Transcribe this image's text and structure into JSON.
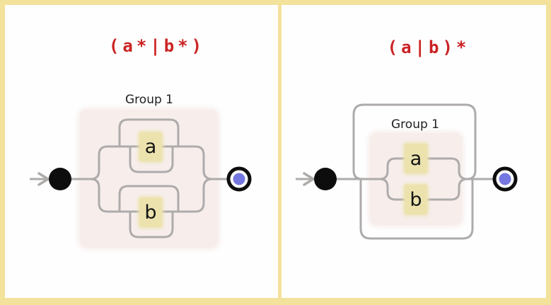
{
  "colors": {
    "frame_border": "#f3e29b",
    "panel_background": "#fefefe",
    "title_red": "#cb2222",
    "rail_gray": "#aeabab",
    "node_black": "#0d0d0d",
    "accept_inner_blue": "#7477e0",
    "group_fill_pink": "#f7eeec",
    "literal_fill_tan": "#ebe2ae",
    "label_text": "#1f1f1f"
  },
  "icons": {
    "start_arrow": "arrow-right-chevron",
    "start_node": "filled-circle",
    "accept_node": "double-circle"
  },
  "panels": {
    "left": {
      "title": "(a*|b*)",
      "group_label": "Group 1",
      "literal_a": "a",
      "literal_b": "b"
    },
    "right": {
      "title": "(a|b)*",
      "group_label": "Group 1",
      "literal_a": "a",
      "literal_b": "b"
    }
  }
}
